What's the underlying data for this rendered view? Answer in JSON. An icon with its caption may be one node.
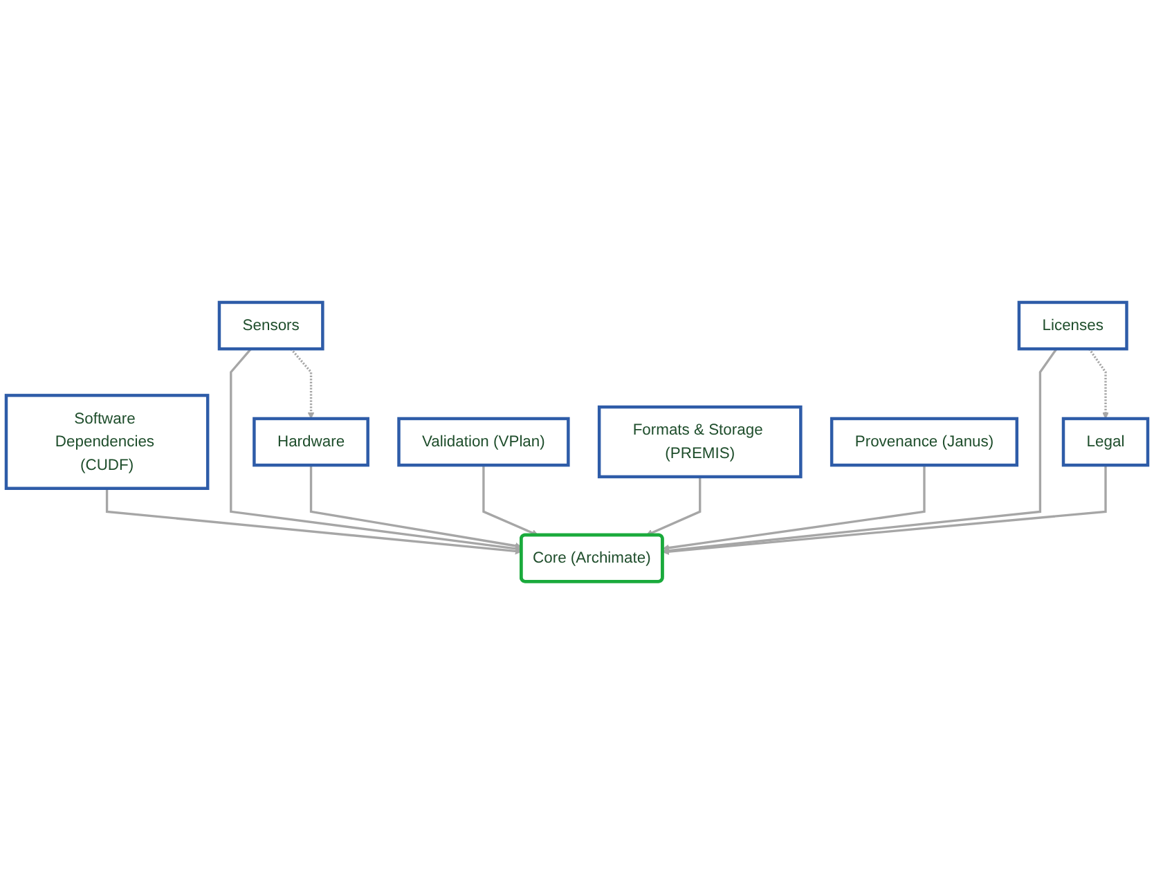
{
  "diagram": {
    "nodes": [
      {
        "text": [
          "Sensors"
        ]
      },
      {
        "text": [
          "Software Dependencies (CUDF)"
        ]
      },
      {
        "text": [
          "Licenses"
        ]
      },
      {
        "text": [
          "Hardware"
        ]
      },
      {
        "text": [
          "Core (Archimate)"
        ]
      },
      {
        "text": [
          "Legal"
        ]
      },
      {
        "text": [
          "Validation (VPlan)"
        ]
      },
      {
        "text": [
          "Formats & Storage (PREMIS)"
        ]
      },
      {
        "text": [
          "Provenance (Janus)"
        ]
      }
    ],
    "edges": [
      {
        "from": 0,
        "to": 4,
        "arrow": "to"
      },
      {
        "from": 1,
        "to": 4,
        "arrow": "to"
      },
      {
        "from": 2,
        "to": 4,
        "arrow": "to"
      },
      {
        "from": 0,
        "to": 3,
        "arrow": "to",
        "style": "dashed"
      },
      {
        "from": 2,
        "to": 5,
        "arrow": "to",
        "style": "dashed"
      },
      {
        "from": 3,
        "to": 4,
        "arrow": "to"
      },
      {
        "from": 5,
        "to": 4,
        "arrow": "to"
      },
      {
        "from": 6,
        "to": 4,
        "arrow": "to"
      },
      {
        "from": 7,
        "to": 4,
        "arrow": "to"
      },
      {
        "from": 8,
        "to": 4,
        "arrow": "to"
      }
    ]
  }
}
